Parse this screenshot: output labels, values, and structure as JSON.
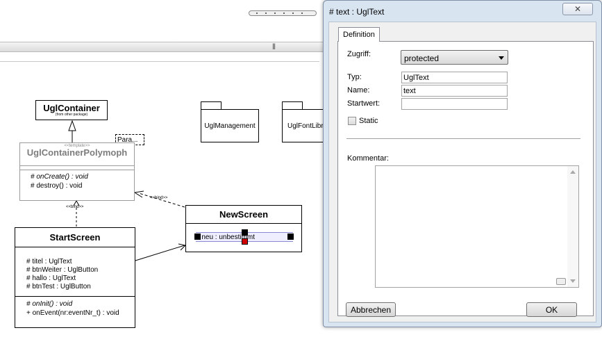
{
  "editor": {
    "toolbar_grip": "|||",
    "classes": {
      "ugl_container": {
        "name": "UglContainer",
        "stereotype": "(from other package)"
      },
      "polymorph": {
        "stereotype": "<<template>>",
        "name": "UglContainerPolymoph",
        "param_label": "Para...",
        "methods": [
          "# onCreate() : void",
          "# destroy() : void"
        ]
      },
      "new_screen": {
        "name": "NewScreen",
        "attribute": "# neu : unbestimmt"
      },
      "start_screen": {
        "name": "StartScreen",
        "attributes": [
          "# titel : UglText",
          "# btnWeiter : UglButton",
          "# hallo : UglText",
          "# btnTest : UglButton"
        ],
        "methods": [
          "# onInit() : void",
          "+ onEvent(nr:eventNr_t) : void"
        ]
      }
    },
    "relations": {
      "bind_label_1": "<<bind>>",
      "bind_label_2": "<<bind>>"
    },
    "packages": [
      {
        "name": "UglManagement"
      },
      {
        "name": "UglFontLibr"
      }
    ]
  },
  "dialog": {
    "title": "# text : UglText",
    "close_symbol": "✕",
    "tab_label": "Definition",
    "fields": {
      "zugriff_label": "Zugriff:",
      "zugriff_value": "protected",
      "typ_label": "Typ:",
      "typ_value": "UglText",
      "name_label": "Name:",
      "name_value": "text",
      "startwert_label": "Startwert:",
      "startwert_value": "",
      "static_label": "Static",
      "static_checked": false,
      "kommentar_label": "Kommentar:",
      "kommentar_value": ""
    },
    "buttons": {
      "cancel": "Abbrechen",
      "ok": "OK"
    }
  }
}
